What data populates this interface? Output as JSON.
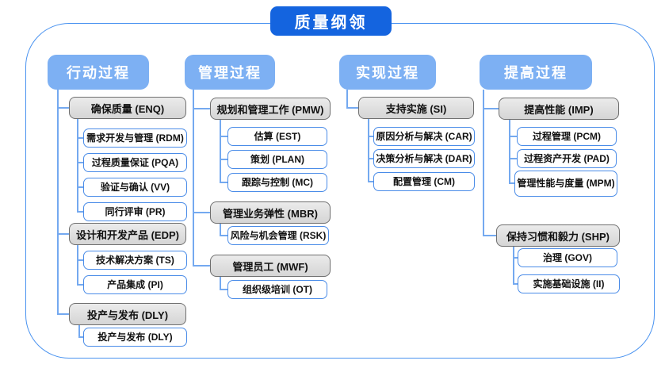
{
  "title": "质量纲领",
  "colors": {
    "title_bg": "#1464df",
    "header_bg": "#7db0f3",
    "group_fill": "#dcdcdc",
    "group_border": "#6f6f6f",
    "leaf_border": "#4a8ce8",
    "connector": "#74a9f0",
    "frame_border": "#4a93f0"
  },
  "columns": [
    {
      "label": "行动过程",
      "groups": [
        {
          "label": "确保质量 (ENQ)",
          "children": [
            "需求开发与管理 (RDM)",
            "过程质量保证 (PQA)",
            "验证与确认 (VV)",
            "同行评审 (PR)"
          ]
        },
        {
          "label": "设计和开发产品 (EDP)",
          "children": [
            "技术解决方案 (TS)",
            "产品集成 (PI)"
          ]
        },
        {
          "label": "投产与发布 (DLY)",
          "children": [
            "投产与发布 (DLY)"
          ]
        }
      ]
    },
    {
      "label": "管理过程",
      "groups": [
        {
          "label": "规划和管理工作 (PMW)",
          "children": [
            "估算 (EST)",
            "策划 (PLAN)",
            "跟踪与控制 (MC)"
          ]
        },
        {
          "label": "管理业务弹性 (MBR)",
          "children": [
            "风险与机会管理 (RSK)"
          ]
        },
        {
          "label": "管理员工 (MWF)",
          "children": [
            "组织级培训 (OT)"
          ]
        }
      ]
    },
    {
      "label": "实现过程",
      "groups": [
        {
          "label": "支持实施 (SI)",
          "children": [
            "原因分析与解决 (CAR)",
            "决策分析与解决 (DAR)",
            "配置管理 (CM)"
          ]
        }
      ]
    },
    {
      "label": "提高过程",
      "groups": [
        {
          "label": "提高性能 (IMP)",
          "children": [
            "过程管理 (PCM)",
            "过程资产开发 (PAD)",
            "管理性能与度量 (MPM)"
          ]
        },
        {
          "label": "保持习惯和毅力 (SHP)",
          "children": [
            "治理 (GOV)",
            "实施基础设施 (II)"
          ]
        }
      ]
    }
  ]
}
